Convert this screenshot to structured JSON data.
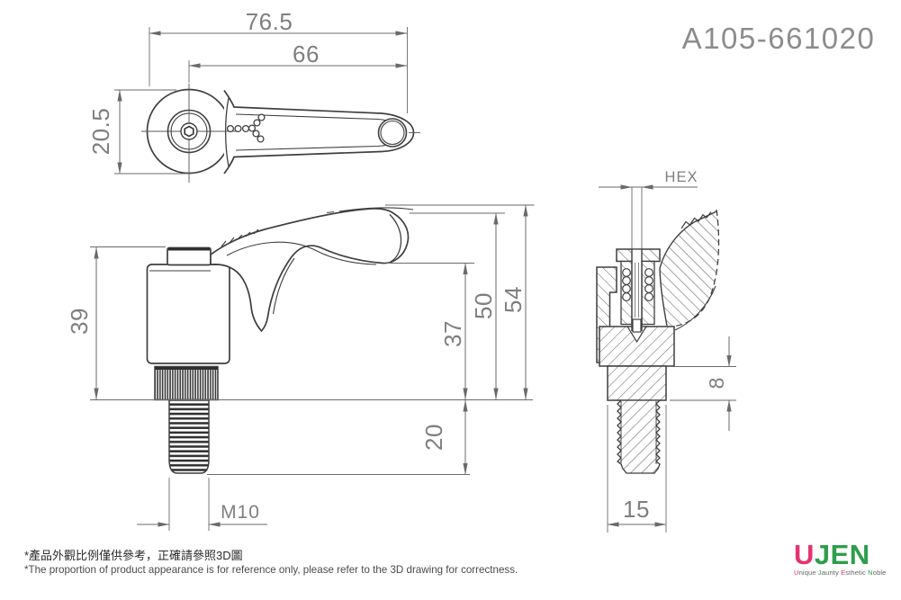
{
  "part_number": "A105-661020",
  "views": {
    "top": {
      "dims": {
        "overall_width": "76.5",
        "arm_length": "66",
        "head_height": "20.5"
      }
    },
    "side": {
      "dims": {
        "body_height": "39",
        "mid_height": "37",
        "grip_height": "50",
        "total_height": "54",
        "thread_length": "20",
        "thread_size": "M10"
      }
    },
    "section": {
      "dims": {
        "hex_label": "HEX",
        "step_height": "8",
        "diameter": "15"
      }
    }
  },
  "footer": {
    "note_zh": "*產品外觀比例僅供參考，正確請參照3D圖",
    "note_en": "*The proportion of product appearance is for reference only, please refer to the 3D drawing for correctness."
  },
  "logo": {
    "u": "U",
    "jen": "JEN",
    "tagline": [
      {
        "head": "U",
        "rest": "nique"
      },
      {
        "head": "J",
        "rest": "aunty"
      },
      {
        "head": "E",
        "rest": "sthetic"
      },
      {
        "head": "N",
        "rest": "oble"
      }
    ]
  },
  "colors": {
    "logo_pink": "#e8326e",
    "logo_green": "#2f9e4c",
    "drawing_line": "#3f3f3f",
    "dimension_line": "#6a6a6a",
    "dimension_text": "#7f7f7f",
    "part_number_gray": "#8c8c8c"
  }
}
